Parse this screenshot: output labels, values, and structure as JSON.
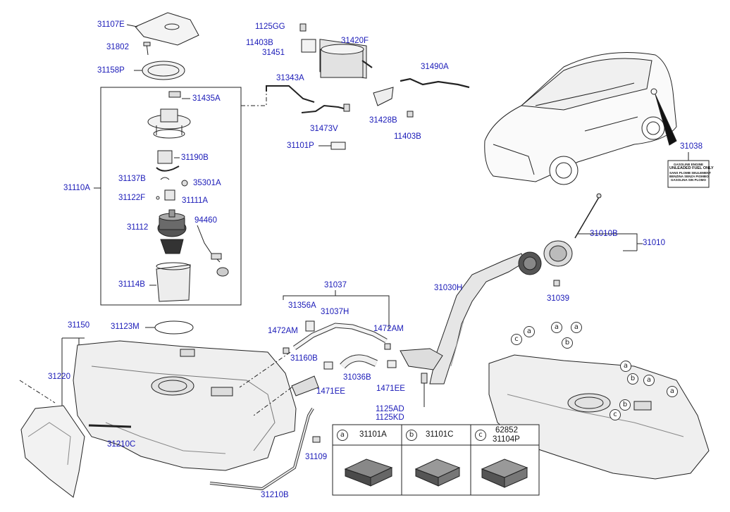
{
  "parts": {
    "p31107E": "31107E",
    "p31802": "31802",
    "p31158P": "31158P",
    "p31435A": "31435A",
    "p31190B": "31190B",
    "p31137B": "31137B",
    "p35301A": "35301A",
    "p31110A": "31110A",
    "p31122F": "31122F",
    "p31111A": "31111A",
    "p31112": "31112",
    "p94460": "94460",
    "p31114B": "31114B",
    "p31123M": "31123M",
    "p1125GG": "1125GG",
    "p11403B_top": "11403B",
    "p31451": "31451",
    "p31420F": "31420F",
    "p31343A": "31343A",
    "p31490A": "31490A",
    "p31428B": "31428B",
    "p31473V": "31473V",
    "p11403B_bot": "11403B",
    "p31101P": "31101P",
    "p31038": "31038",
    "p31010B": "31010B",
    "p31010": "31010",
    "p31030H": "31030H",
    "p31039": "31039",
    "p31037": "31037",
    "p31356A": "31356A",
    "p31037H": "31037H",
    "p1472AM_l": "1472AM",
    "p1472AM_r": "1472AM",
    "p31160B": "31160B",
    "p31036B": "31036B",
    "p1471EE_l": "1471EE",
    "p1471EE_r": "1471EE",
    "p1125AD": "1125AD",
    "p1125KD": "1125KD",
    "p31150": "31150",
    "p31220": "31220",
    "p31210C": "31210C",
    "p31109": "31109",
    "p31210B": "31210B"
  },
  "legend": {
    "a_letter": "a",
    "a_part": "31101A",
    "b_letter": "b",
    "b_part": "31101C",
    "c_letter": "c",
    "c_part1": "62852",
    "c_part2": "31104P"
  },
  "callouts": {
    "a": "a",
    "b": "b",
    "c": "c"
  },
  "fuel_label": {
    "line1": "GASOLINE ENGINE",
    "line2": "UNLEADED FUEL ONLY",
    "line3": "SANS PLOMB SEULEMENT",
    "line4": "BENZINA SENZA PIOMBO",
    "line5": "GASOLINA SIN PLOMO"
  }
}
